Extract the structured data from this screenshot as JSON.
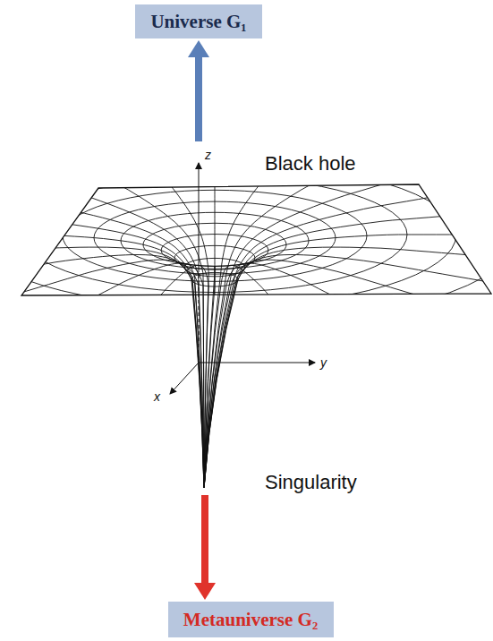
{
  "diagram": {
    "nodes": [
      {
        "text": [
          "Universe G₁"
        ]
      },
      {
        "text": [
          "Metauniverse G₂"
        ]
      }
    ],
    "labels": [
      "Black hole",
      "z",
      "y",
      "x",
      "Singularity"
    ]
  }
}
